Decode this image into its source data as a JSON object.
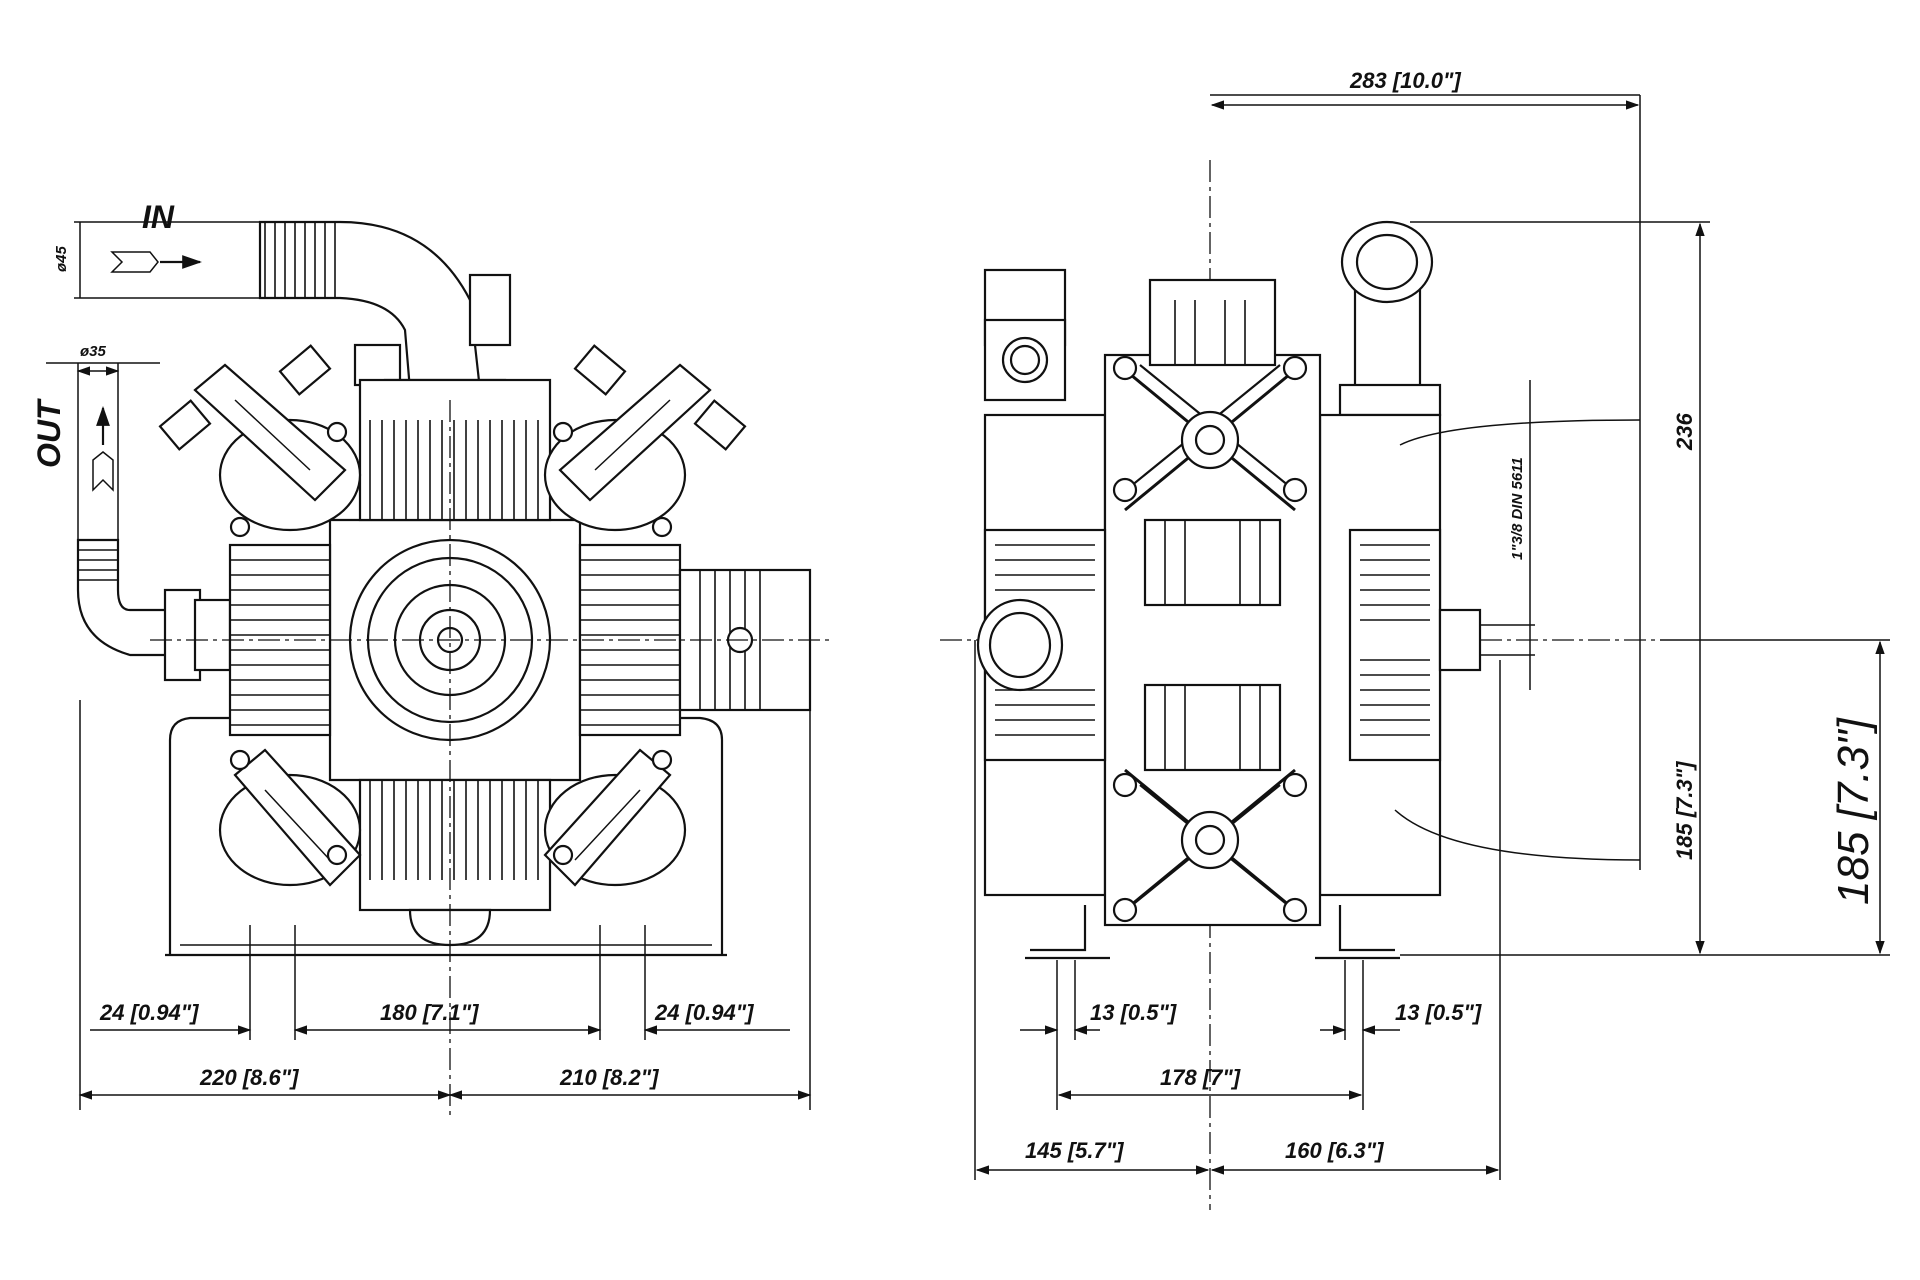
{
  "front_view": {
    "inlet_label": "IN",
    "outlet_label": "OUT",
    "inlet_dia": "ø45",
    "outlet_dia": "ø35",
    "dims": {
      "foot_left": "24 [0.94\"]",
      "foot_center": "180 [7.1\"]",
      "foot_right": "24 [0.94\"]",
      "left_width": "220 [8.6\"]",
      "right_width": "210 [8.2\"]"
    }
  },
  "side_view": {
    "thread_spec": "1\"3/8 DIN 5611",
    "dims": {
      "top_width": "283 [10.0\"]",
      "overall_height": "236",
      "shaft_height_small": "185 [7.3\"]",
      "shaft_height_large": "185 [7.3\"]",
      "foot_left": "13 [0.5\"]",
      "foot_right": "13 [0.5\"]",
      "foot_span": "178 [7\"]",
      "left_depth": "145 [5.7\"]",
      "right_depth": "160 [6.3\"]"
    }
  }
}
